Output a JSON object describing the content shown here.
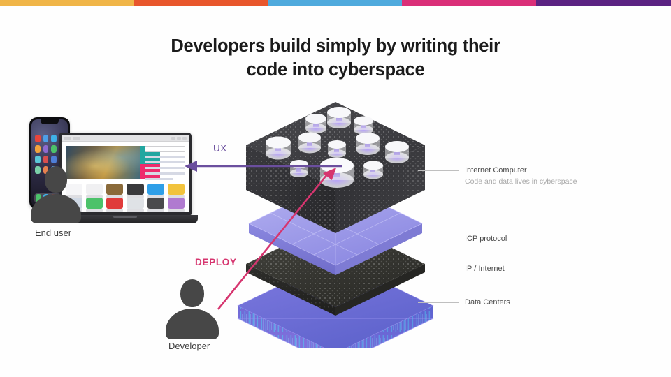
{
  "page": {
    "title_line1": "Developers build simply by writing their",
    "title_line2": "code into cyberspace",
    "background": "#ffffff"
  },
  "topbar": {
    "colors": [
      "#f0b548",
      "#e8562c",
      "#4faadd",
      "#da2f78",
      "#5b2382"
    ],
    "widths": [
      192,
      191,
      192,
      192,
      193
    ]
  },
  "annotations": {
    "ux": {
      "label": "UX",
      "color": "#6b4f9e",
      "arrow_direction": "left"
    },
    "deploy": {
      "label": "DEPLOY",
      "color": "#d6356f",
      "arrow_direction": "up-right"
    }
  },
  "actors": [
    {
      "id": "end-user",
      "caption": "End user"
    },
    {
      "id": "developer",
      "caption": "Developer"
    }
  ],
  "layers": [
    {
      "id": "internet-computer",
      "label": "Internet Computer",
      "sublabel": "Code and data lives in cyberspace",
      "color": "#3b3b3f"
    },
    {
      "id": "icp-protocol",
      "label": "ICP protocol",
      "sublabel": "",
      "color": "#8f8ce0"
    },
    {
      "id": "ip-internet",
      "label": "IP / Internet",
      "sublabel": "",
      "color": "#35352f"
    },
    {
      "id": "data-centers",
      "label": "Data Centers",
      "sublabel": "",
      "color": "#6a6fd6"
    }
  ],
  "devices": {
    "phone": {
      "name": "smartphone",
      "app_icon_colors": [
        "#e7453b",
        "#4d9fe8",
        "#3fb1e8",
        "#2f7de0",
        "#f2a33c",
        "#8e6ad0",
        "#4cc26a",
        "#e85f8b",
        "#5bc8d8",
        "#d84f4f",
        "#4f7fd8",
        "#f0c53c",
        "#7ad0a8",
        "#e6804f",
        "#5fa8e0",
        "#9b6fd6"
      ]
    },
    "laptop": {
      "name": "laptop",
      "screen_content": "app-store"
    }
  },
  "icons": {
    "person": "person-silhouette-icon",
    "arrow_left": "arrow-left-icon",
    "arrow_up_right": "arrow-up-right-icon"
  }
}
